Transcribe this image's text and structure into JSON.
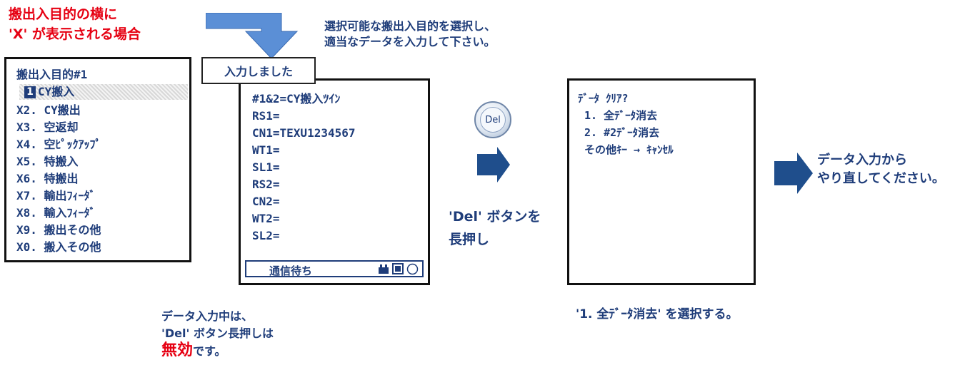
{
  "title_note": {
    "line1": "搬出入目的の横に",
    "line2": "'X' が表示される場合"
  },
  "instruction_note": {
    "line1": "選択可能な搬出入目的を選択し、",
    "line2": "適当なデータを入力して下さい。"
  },
  "input_done_label": "入力しました",
  "purpose_screen": {
    "header": "搬出入目的#1",
    "selected_number": "1",
    "items": [
      "CY搬入",
      "X2. CY搬出",
      "X3. 空返却",
      "X4. 空ﾋﾟｯｸｱｯﾌﾟ",
      "X5. 特搬入",
      "X6. 特搬出",
      "X7. 輸出ﾌｨｰﾀﾞ",
      "X8. 輸入ﾌｨｰﾀﾞ",
      "X9. 搬出その他",
      "X0. 搬入その他"
    ]
  },
  "data_screen": {
    "lines": [
      "#1&2=CY搬入ﾂｲﾝ",
      "RS1=",
      "CN1=TEXU1234567",
      "WT1=",
      "SL1=",
      "RS2=",
      "CN2=",
      "WT2=",
      "SL2="
    ],
    "status": "通信待ち"
  },
  "data_note": {
    "line1": "データ入力中は、",
    "line2": "'Del' ボタン長押しは",
    "invalid": "無効",
    "suffix": "です。"
  },
  "del_button": {
    "label": "Del"
  },
  "del_note": {
    "line1": "'Del' ボタンを",
    "line2": "長押し"
  },
  "clear_screen": {
    "lines": [
      "ﾃﾞｰﾀ ｸﾘｱ?",
      " 1. 全ﾃﾞｰﾀ消去",
      " 2. #2ﾃﾞｰﾀ消去",
      " その他ｷｰ → ｷｬﾝｾﾙ"
    ]
  },
  "select_note": "'1. 全ﾃﾞｰﾀ消去' を選択する。",
  "final_note": {
    "line1": "データ入力から",
    "line2": "やり直してください。"
  },
  "colors": {
    "red": "#e60012",
    "navy": "#1f3d7a",
    "arrow_blue": "#1f4e8c",
    "big_arrow": "#5b8fd6"
  },
  "icons": [
    "down-arrow-icon",
    "right-arrow-icon",
    "del-button-icon",
    "battery-icon",
    "square-icon",
    "circle-icon"
  ]
}
